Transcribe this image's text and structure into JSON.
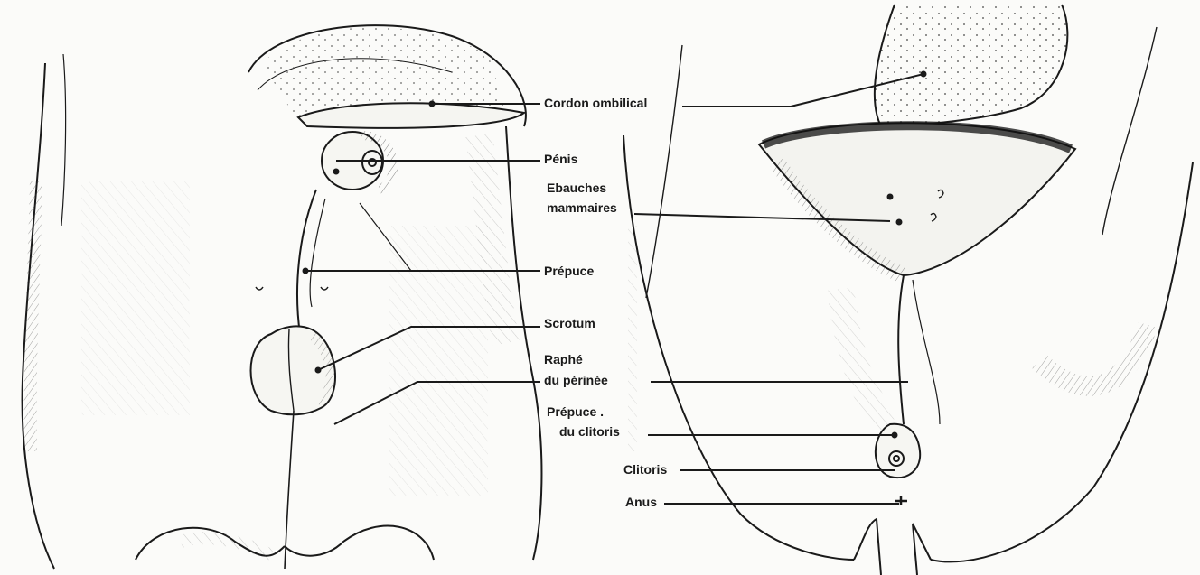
{
  "colors": {
    "ink": "#1a1a1a",
    "paper": "#fbfbf9",
    "shade": "#2b2b2b"
  },
  "labels": {
    "cordon_ombilical": "Cordon ombilical",
    "penis": "Pénis",
    "ebauches_line1": "Ebauches",
    "ebauches_line2": "mammaires",
    "prepuce": "Prépuce",
    "scrotum": "Scrotum",
    "raphe_line1": "Raphé",
    "raphe_line2": "du périnée",
    "prepuce_clitoris_line1": "Prépuce .",
    "prepuce_clitoris_line2": "du clitoris",
    "clitoris": "Clitoris",
    "anus": "Anus"
  }
}
